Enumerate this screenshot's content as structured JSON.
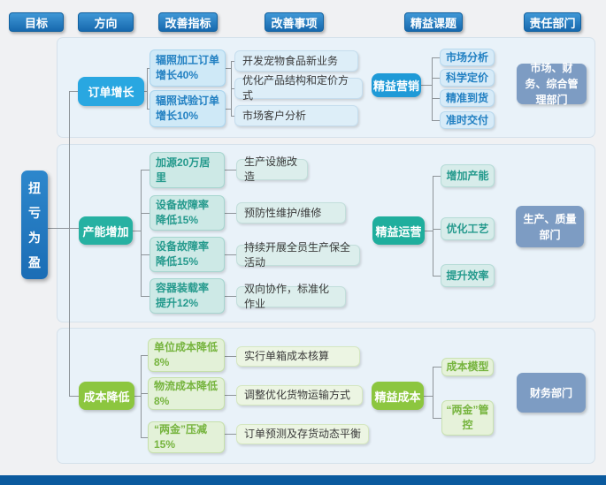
{
  "page": {
    "background_color": "#f0f1f3",
    "footer_bar_color": "#0b5a9e",
    "panel_color": "#e9f2f9",
    "connector_color": "#8e9499"
  },
  "legend": {
    "items": [
      {
        "label": "目标"
      },
      {
        "label": "方向"
      },
      {
        "label": "改善指标"
      },
      {
        "label": "改善事项"
      },
      {
        "label": "精益课题"
      },
      {
        "label": "责任部门"
      }
    ],
    "button_color": "#1769ae"
  },
  "root": {
    "label": "扭亏为盈",
    "color": "#1e74bd"
  },
  "sections": [
    {
      "goal": "订单增长",
      "goal_color": "#29a7e1",
      "topic": "精益营销",
      "topic_color": "#1f9ad7",
      "accent_text_color": "#2280c2",
      "indicators": [
        "辐照加工订单增长40%",
        "辐照试验订单增长10%"
      ],
      "actions": [
        "开发宠物食品新业务",
        "优化产品结构和定价方式",
        "市场客户分析"
      ],
      "subtopics": [
        "市场分析",
        "科学定价",
        "精准到货",
        "准时交付"
      ],
      "department": "市场、财务、综合管理部门"
    },
    {
      "goal": "产能增加",
      "goal_color": "#26b1a2",
      "topic": "精益运营",
      "topic_color": "#1fae9d",
      "accent_text_color": "#259a8d",
      "indicators": [
        "加源20万居里",
        "设备故障率降低15%",
        "设备故障率降低15%",
        "容器装载率提升12%"
      ],
      "actions": [
        "生产设施改造",
        "预防性维护/维修",
        "持续开展全员生产保全活动",
        "双向协作，标准化作业"
      ],
      "subtopics": [
        "增加产能",
        "优化工艺",
        "提升效率"
      ],
      "department": "生产、质量部门"
    },
    {
      "goal": "成本降低",
      "goal_color": "#8cc63f",
      "topic": "精益成本",
      "topic_color": "#8cc63f",
      "accent_text_color": "#76b43e",
      "indicators": [
        "单位成本降低8%",
        "物流成本降低8%",
        "“两金”压减15%"
      ],
      "actions": [
        "实行单箱成本核算",
        "调整优化货物运输方式",
        "订单预测及存货动态平衡"
      ],
      "subtopics": [
        "成本模型",
        "“两金”管控"
      ],
      "department": "财务部门"
    }
  ]
}
